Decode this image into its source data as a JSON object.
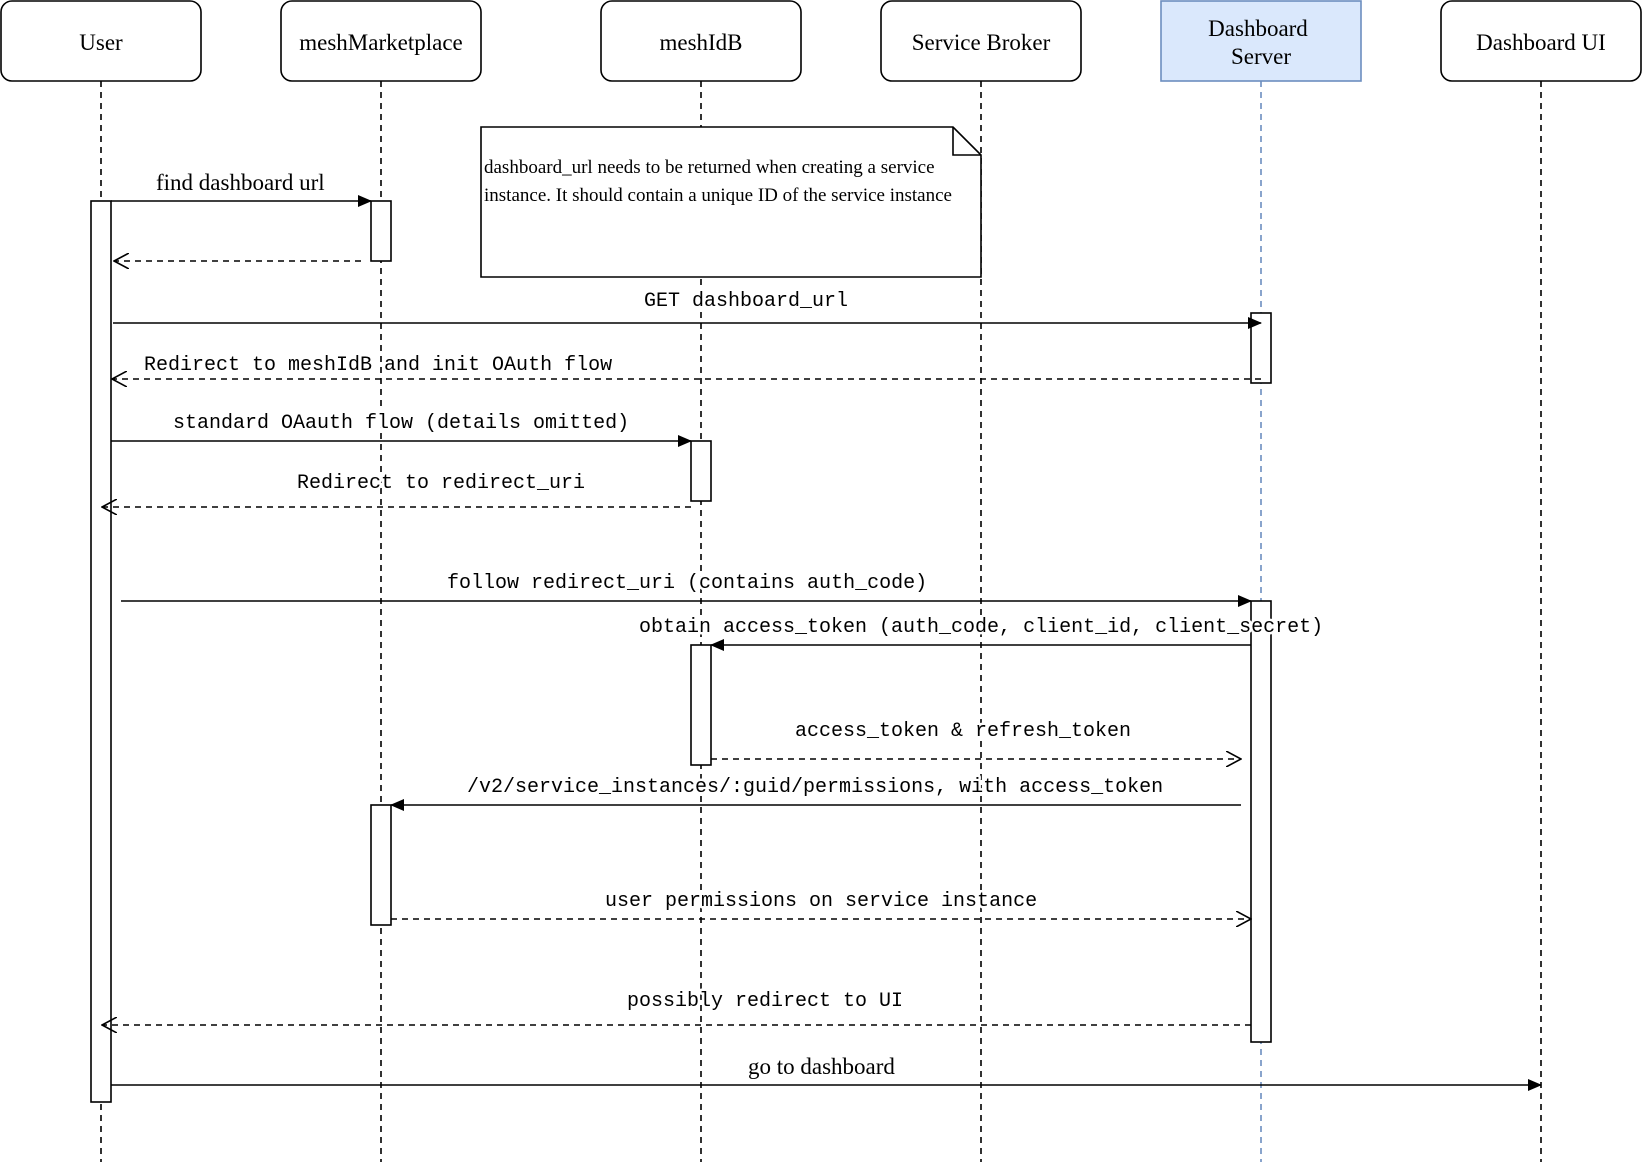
{
  "participants": [
    {
      "id": "user",
      "lines": [
        "User"
      ],
      "color": "default"
    },
    {
      "id": "marketplace",
      "lines": [
        "meshMarketplace"
      ],
      "color": "default"
    },
    {
      "id": "idb",
      "lines": [
        "meshIdB"
      ],
      "color": "default"
    },
    {
      "id": "broker",
      "lines": [
        "Service Broker"
      ],
      "color": "default"
    },
    {
      "id": "dashserver",
      "lines": [
        "Dashboard",
        "Server"
      ],
      "color": "highlight"
    },
    {
      "id": "dashui",
      "lines": [
        "Dashboard UI"
      ],
      "color": "default"
    }
  ],
  "colors": {
    "highlight_fill": "#dae8fc",
    "highlight_stroke": "#6c8ebf",
    "stroke": "#000000"
  },
  "note": {
    "text": "dashboard_url needs to be returned when creating a service instance. It should contain a unique ID of the service instance"
  },
  "messages": [
    {
      "id": "m1",
      "label": "find dashboard url",
      "font": "serif",
      "kind": "call"
    },
    {
      "id": "m2",
      "label": "",
      "font": "mono",
      "kind": "return"
    },
    {
      "id": "m3",
      "label": "GET dashboard_url",
      "font": "mono",
      "kind": "call"
    },
    {
      "id": "m4",
      "label": "Redirect to meshIdB and init OAuth flow",
      "font": "mono",
      "kind": "return"
    },
    {
      "id": "m5",
      "label": "standard OAauth flow (details omitted)",
      "font": "mono",
      "kind": "call"
    },
    {
      "id": "m6",
      "label": "Redirect to redirect_uri",
      "font": "mono",
      "kind": "return"
    },
    {
      "id": "m7",
      "label": "follow redirect_uri (contains auth_code)",
      "font": "mono",
      "kind": "call"
    },
    {
      "id": "m8",
      "label": "obtain access_token (auth_code, client_id, client_secret)",
      "font": "mono",
      "kind": "call"
    },
    {
      "id": "m9",
      "label": "access_token & refresh_token",
      "font": "mono",
      "kind": "return"
    },
    {
      "id": "m10",
      "label": "/v2/service_instances/:guid/permissions, with access_token",
      "font": "mono",
      "kind": "call"
    },
    {
      "id": "m11",
      "label": "user permissions on service instance",
      "font": "mono",
      "kind": "return"
    },
    {
      "id": "m12",
      "label": "possibly redirect to UI",
      "font": "mono",
      "kind": "return"
    },
    {
      "id": "m13",
      "label": "go to dashboard",
      "font": "serif",
      "kind": "call"
    }
  ]
}
